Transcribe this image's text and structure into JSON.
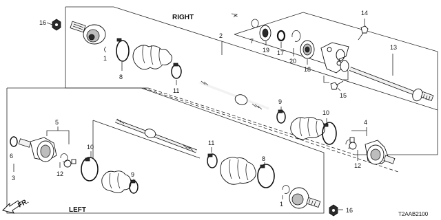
{
  "headings": {
    "right": "RIGHT",
    "left": "LEFT",
    "front": "FR."
  },
  "diagram_code": "T2AAB2100",
  "callouts": {
    "c16_top": "16",
    "c1_top": "1",
    "c8_top": "8",
    "c11_top": "11",
    "c2": "2",
    "c7": "7",
    "c19": "19",
    "c17": "17",
    "c20": "20",
    "c18": "18",
    "c14": "14",
    "c13": "13",
    "c15": "15",
    "c9_mid": "9",
    "c10_mid": "10",
    "c4": "4",
    "c12_right": "12",
    "c5": "5",
    "c3": "3",
    "c6": "6",
    "c12_left": "12",
    "c10_left": "10",
    "c9_left": "9",
    "c11_left": "11",
    "c8_left": "8",
    "c1_bottom": "1",
    "c16_bottom": "16"
  }
}
